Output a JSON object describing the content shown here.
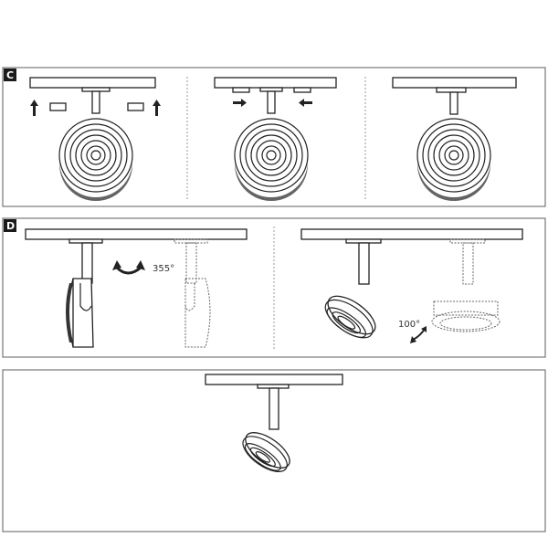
{
  "steps": {
    "c_label": "C",
    "d_label": "D"
  },
  "annotations": {
    "rotation_angle": "355°",
    "tilt_angle": "100°"
  },
  "colors": {
    "line": "#222222",
    "frame": "#777777",
    "label_bg": "#1a1a1a"
  }
}
